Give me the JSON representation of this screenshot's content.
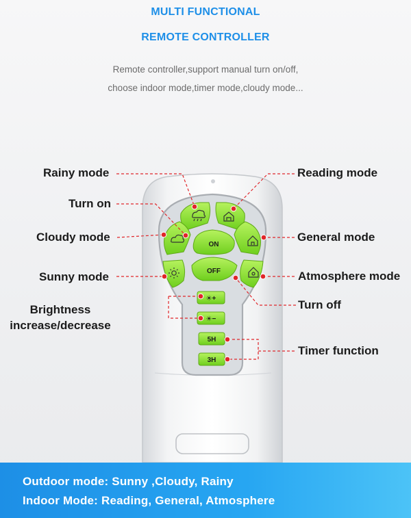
{
  "header": {
    "title_line1": "MULTI FUNCTIONAL",
    "title_line2": "REMOTE CONTROLLER",
    "desc_line1": "Remote controller,support manual turn on/off,",
    "desc_line2": "choose indoor mode,timer mode,cloudy mode..."
  },
  "callouts": {
    "rainy": "Rainy mode",
    "turn_on": "Turn on",
    "cloudy": "Cloudy mode",
    "sunny": "Sunny mode",
    "brightness_line1": "Brightness",
    "brightness_line2": "increase/decrease",
    "reading": "Reading mode",
    "general": "General mode",
    "atmosphere": "Atmosphere mode",
    "turn_off": "Turn off",
    "timer": "Timer function"
  },
  "buttons": {
    "on": "ON",
    "off": "OFF",
    "bright_up": "☀+",
    "bright_down": "☀−",
    "timer_5h": "5H",
    "timer_3h": "3H"
  },
  "footer": {
    "line1": "Outdoor mode: Sunny ,Cloudy, Rainy",
    "line2": "Indoor Mode: Reading, General, Atmosphere"
  },
  "colors": {
    "accent": "#1e8fe8",
    "button_green": "#8fe23a",
    "marker_red": "#e0262a",
    "footer_blue": "#1d8fe6"
  }
}
